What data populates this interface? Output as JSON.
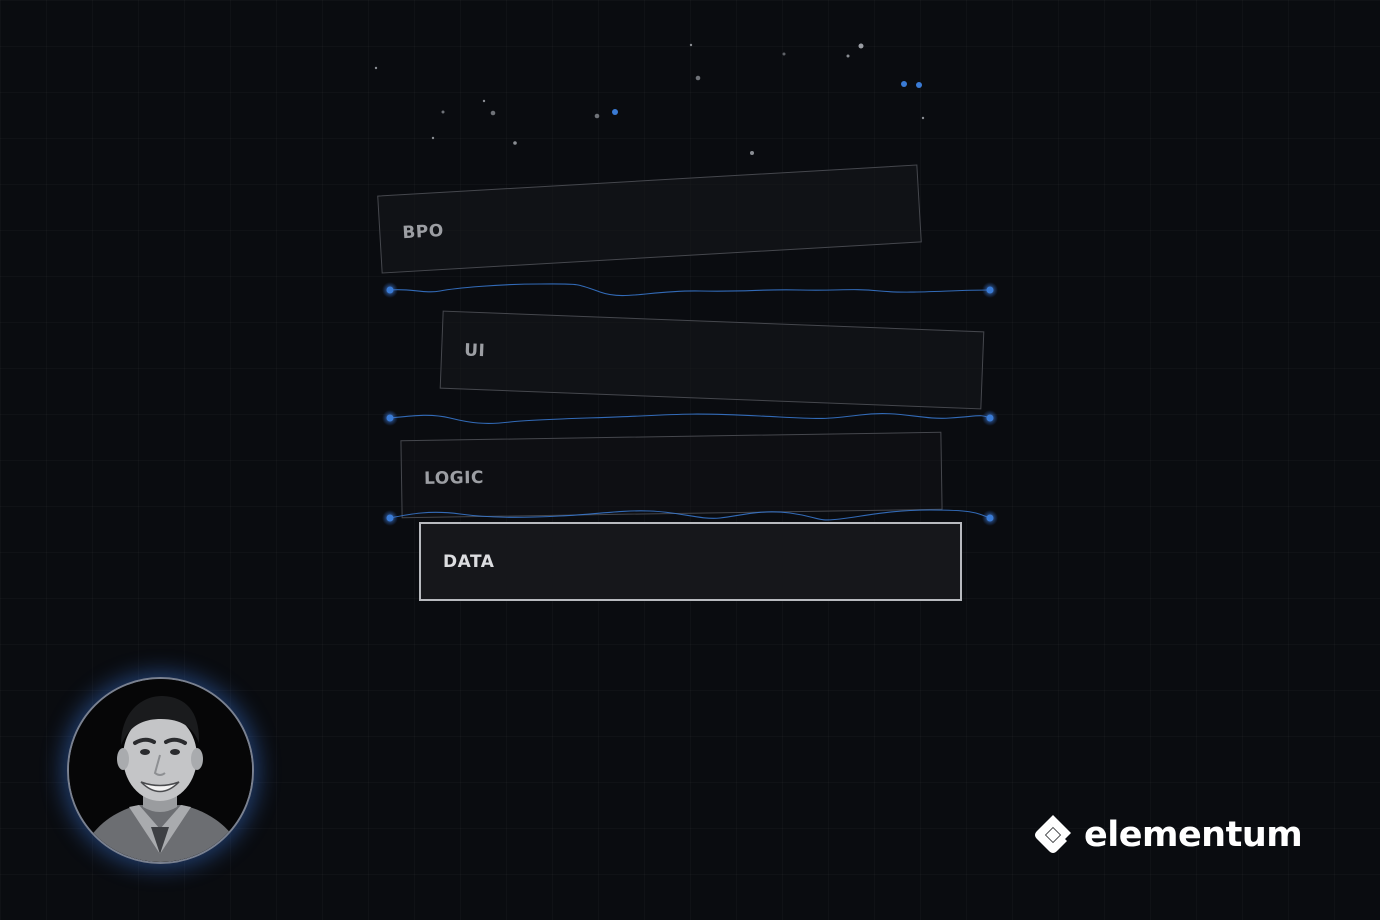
{
  "layers": {
    "bpo": "BPO",
    "ui": "UI",
    "logic": "LOGIC",
    "data": "DATA"
  },
  "brand": {
    "name": "elementum",
    "logo_icon": "elementum-logo-icon"
  },
  "avatar": {
    "icon": "person-photo"
  },
  "colors": {
    "background": "#0a0c10",
    "accent": "#3a7bd5",
    "layer_border": "#45474d",
    "active_border": "#b8babf",
    "label": "#9c9ea3"
  }
}
